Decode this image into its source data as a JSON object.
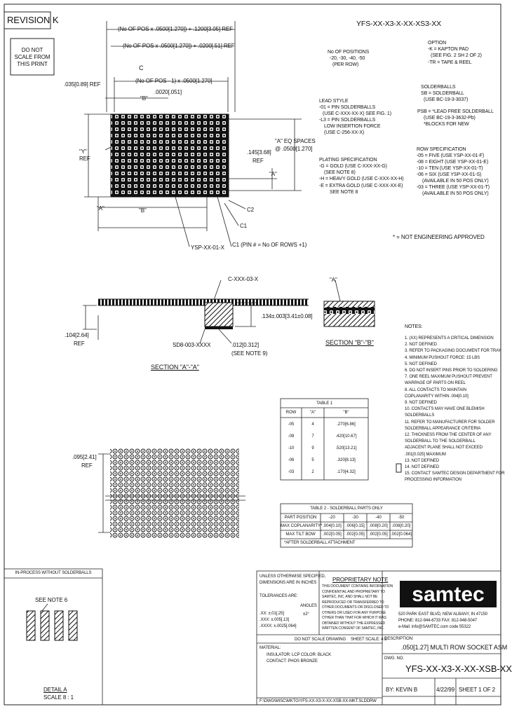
{
  "revision": "REVISION K",
  "do_not_scale": [
    "DO NOT",
    "SCALE FROM",
    "THIS PRINT"
  ],
  "top_dims": {
    "line1": "(No OF POS x .0500[1.270]) + .1200[3.05] REF",
    "line2": "(No OF POS x .0500[1.270]) + .0200[.51] REF",
    "c_mark": "C",
    "line3a": "(No OF POS - 1) x .0500[1.270]",
    "line3b": ".0020[.051]",
    "ref_left": ".035[0.89] REF",
    "b_mark": "\"B\"",
    "y_label": "\"Y\"",
    "y_ref": "REF",
    "a_eq": "\"A\" EQ SPACES",
    "a_eq2": "@ .0500[1.270]",
    "dim_145": ".145[3.68]",
    "dim_145_ref": "REF",
    "a_right": "\"A\"",
    "a_bottom": "\"A\"",
    "b_bottom": "\"B\"",
    "c2": "C2",
    "c1": "C1",
    "part_ysp": "YSP-XX-01-X",
    "c1_pin": "C1 (PIN # = No OF ROWS +1)"
  },
  "part_number": "YFS-XX-X3-X-XX-XS3-XX",
  "pn_options": {
    "no_pos_title": "No OF POSITIONS",
    "no_pos_vals": "-20, -30, -40, -50",
    "no_pos_row": "(PER ROW)",
    "option_title": "OPTION",
    "option_1": "-K = KAPTON PAD",
    "option_2": "(SEE FIG. 2 SH 2 OF 2)",
    "option_3": "-TR = TAPE & REEL",
    "solder_title": "SOLDERBALLS",
    "solder_1": "SB = SOLDERBALL",
    "solder_2": "(USE BC-19-3-3037)",
    "solder_3": "PSB = *LEAD FREE SOLDERBALL",
    "solder_4": "(USE BC-19-3-3632-Pb)",
    "solder_5": "*BLOCKS FOR NEW",
    "lead_title": "LEAD STYLE",
    "lead_1": "-01 = PIN SOLDERBALLS",
    "lead_2": "(USE C-XXX-XX-X) SEE FIG. 1)",
    "lead_3": "-L3 = PIN SOLDERBALLS",
    "lead_4": "LOW INSERTION FORCE",
    "lead_5": "(USE C-256-XX-X)",
    "row_title": "ROW SPECIFICATION",
    "row_1": "-05 = FIVE (USE YSP-XX-01-F)",
    "row_2": "-08 = EIGHT (USE YSP-XX-01-E)",
    "row_3": "-10 = TEN (USE YSP-XX-01-T)",
    "row_4": "-06 = SIX (USE YSP-XX-01-S)",
    "row_5": "(AVAILABLE IN 50 POS ONLY)",
    "row_6": "-03 = THREE (USE YSP-XX-01-T)",
    "row_7": "(AVAILABLE IN 50 POS ONLY)",
    "plating_title": "PLATING SPECIFICATION",
    "plating_1": "-G = GOLD (USE C-XXX-XX-G)",
    "plating_2": "(SEE NOTE 8)",
    "plating_3": "-H = HEAVY GOLD (USE C-XXX-XX-H)",
    "plating_4": "-E = EXTRA GOLD (USE C-XXX-XX-E)",
    "plating_5": "SEE NOTE 8",
    "not_approved": "* = NOT ENGINEERING APPROVED"
  },
  "section_a": {
    "callout": "C-XXX-03-X",
    "dim_134": ".134±.003[3.41±0.08]",
    "dim_104": ".104[2.64]",
    "dim_104_ref": "REF",
    "sd": "SD8-003-XXXX",
    "dim_012": ".012[0.312]",
    "see_note": "(SEE NOTE 9)",
    "title": "SECTION \"A\"-\"A\""
  },
  "section_b": {
    "a_mark": "\"A\"",
    "title": "SECTION \"B\"-\"B\""
  },
  "bottom_view": {
    "dim_095": ".095[2.41]",
    "ref": "REF"
  },
  "notes": {
    "title": "NOTES:",
    "items": [
      "1. (XX) REPRESENTS A CRITICAL DIMENSION",
      "2. NOT DEFINED",
      "3. REFER TO PACKAGING DOCUMENT FOR TRAY",
      "4. MINIMUM PUSHOUT FORCE: 15 LBS",
      "5. NOT DEFINED",
      "6. DO NOT INSERT PINS PRIOR TO SOLDERING",
      "7. ONE REEL MAXIMUM PUSHOUT PREVENT",
      "   WARPAGE OF PARTS ON REEL",
      "8. ALL CONTACTS TO MAINTAIN",
      "   COPLANARITY WITHIN .004[0.10]",
      "9. NOT DEFINED",
      "10. CONTACTS MAY HAVE ONE BLEMISH",
      "    SOLDERBALLS",
      "11. REFER TO MANUFACTURER FOR SOLDER",
      "    SOLDERBALL APPEARANCE CRITERIA",
      "12. THICKNESS FROM THE CENTER OF ANY",
      "    SOLDERBALL TO THE SOLDERBALL",
      "    ADJACENT PLANE SHALL NOT EXCEED",
      "    .001[0.025] MAXIMUM",
      "13. NOT DEFINED",
      "14. NOT DEFINED",
      "15. CONTACT SAMTEC DESIGN DEPARTMENT FOR",
      "    PROCESSING INFORMATION"
    ]
  },
  "table1": {
    "title": "TABLE 1",
    "headers": [
      "ROW",
      "\"A\"",
      "\"B\""
    ],
    "rows": [
      [
        "-05",
        "4",
        ".270[6.86]"
      ],
      [
        "-08",
        "7",
        ".420[10.67]"
      ],
      [
        "-10",
        "9",
        ".520[13.21]"
      ],
      [
        "-06",
        "5",
        ".320[8.13]"
      ],
      [
        "-03",
        "2",
        ".170[4.32]"
      ]
    ]
  },
  "table2": {
    "title": "TABLE 2 - SOLDERBALL PARTS ONLY",
    "headers": [
      "PART POSITION",
      "-20",
      "-30",
      "-40",
      "-50"
    ],
    "rows": [
      [
        "MAX COPLANARITY*",
        ".004[0.10]",
        ".006[0.15]",
        ".008[0.20]",
        ".008[0.20]"
      ],
      [
        "MAX TILT BOW",
        ".002[0.05]",
        ".002[0.05]",
        ".002[0.05]",
        ".002[0.064]"
      ]
    ],
    "footnote": "*AFTER SOLDERBALL ATTACHMENT"
  },
  "detail": {
    "header": "IN-PROCESS WITHOUT SOLDERBALLS",
    "see_note": "SEE NOTE 6",
    "title": "DETAIL A",
    "scale": "SCALE 8 : 1"
  },
  "title_block": {
    "unless": "UNLESS OTHERWISE SPECIFIED,",
    "dims_in": "DIMENSIONS ARE IN INCHES",
    "tolerances": "TOLERANCES ARE:",
    "angles": "ANGLES",
    "tol1": ".XX: ±.01[.25]",
    "tol2": ".XXX: ±.005[.13]",
    "tol3": ".XXXX: ±.0025[.064]",
    "ang": "±2°",
    "proprietary": "PROPRIETARY NOTE",
    "prop_lines": [
      "THIS DOCUMENT CONTAINS INFORMATION",
      "CONFIDENTIAL AND PROPRIETARY TO",
      "SAMTEC, INC. AND SHALL NOT BE",
      "REPRODUCED OR TRANSFERRED TO",
      "OTHER DOCUMENTS OR DISCLOSED TO",
      "OTHERS OR USED FOR ANY PURPOSE",
      "OTHER THAN THAT FOR WHICH IT WAS",
      "OBTAINED WITHOUT THE EXPRESSED",
      "WRITTEN CONSENT OF SAMTEC, INC."
    ],
    "do_not_scale": "DO NOT SCALE DRAWING",
    "sheet_scale": "SHEET SCALE: 4:1",
    "material": "MATERIAL:",
    "mat1": "INSULATOR: LCP COLOR: BLACK",
    "mat2": "CONTACT: PHOS BRONZE",
    "file_path": "F:\\DWG\\MISC\\MKTG\\YFS-XX-X3-X-XX-XSB-XX-MKT.SLDDRW",
    "company_address": [
      "520 PARK EAST BLVD, NEW ALBANY, IN 47150",
      "PHONE: 812-944-6733     FAX: 812-948-5047",
      "e-Mail: info@SAMTEC.com     code 55322"
    ],
    "desc_label": "DESCRIPTION:",
    "description": ".050[1.27] MULTI ROW SOCKET ASM",
    "dwg_label": "DWG. NO.",
    "dwg_no": "YFS-XX-X3-X-XX-XSB-XX",
    "by": "BY:  KEVIN B",
    "date": "4/22/99",
    "sheet": "SHEET 1 OF 2"
  }
}
